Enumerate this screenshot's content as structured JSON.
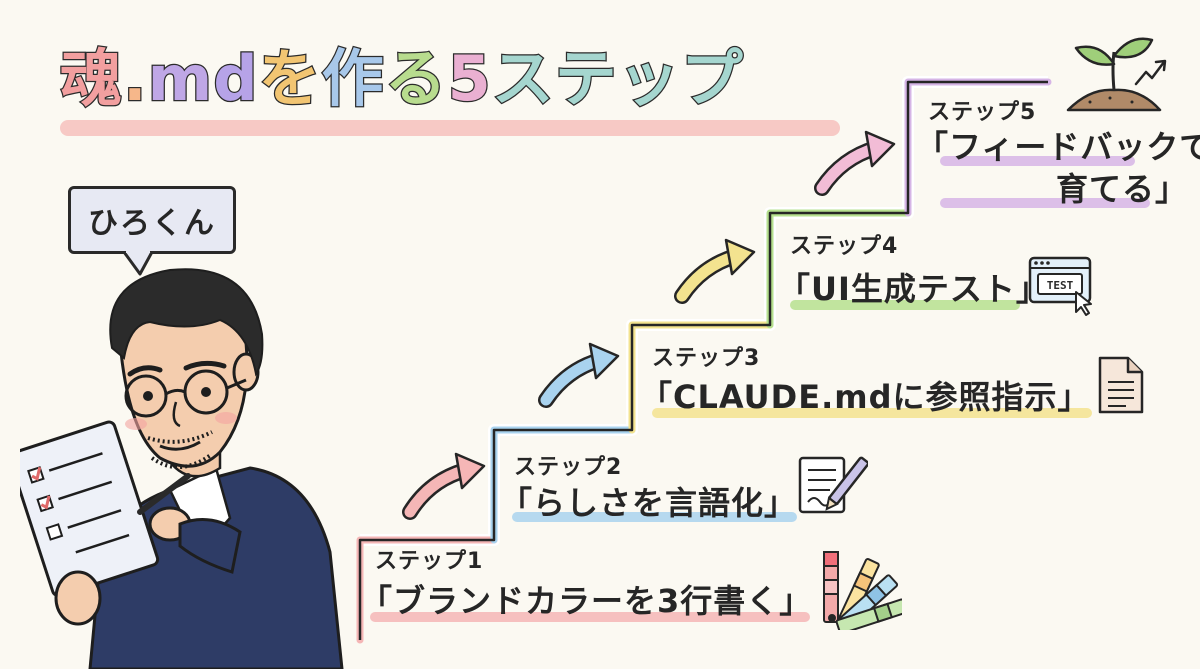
{
  "title": {
    "parts": [
      "魂",
      ".",
      "m",
      "d",
      "を",
      "作",
      "る",
      "5",
      "ステップ"
    ],
    "colors": [
      "#f29f9f",
      "#f6b78a",
      "#bfa7e6",
      "#b6a3e8",
      "#f2c572",
      "#a8c8ea",
      "#b8dc8e",
      "#eab0d2",
      "#a5d6cf"
    ]
  },
  "character": {
    "name": "ひろくん"
  },
  "steps": [
    {
      "caption": "ステップ1",
      "title": "「ブランドカラーを3行書く」",
      "color": "#f5b6b6",
      "icon": "color-swatch-fan-icon"
    },
    {
      "caption": "ステップ2",
      "title": "「らしさを言語化」",
      "color": "#a9d3ef",
      "icon": "notepad-pen-icon"
    },
    {
      "caption": "ステップ3",
      "title": "「CLAUDE.mdに参照指示」",
      "color": "#f3e38f",
      "icon": "document-icon"
    },
    {
      "caption": "ステップ4",
      "title": "「UI生成テスト」",
      "color": "#b6e08f",
      "icon": "test-window-icon",
      "icon_text": "TEST"
    },
    {
      "caption": "ステップ5",
      "title_line1": "「フィードバックで",
      "title_line2": "育てる」",
      "color": "#d6b5e6",
      "icon": "sprout-growth-icon"
    }
  ],
  "arrow_colors": [
    "#f5b6b6",
    "#a9d3ef",
    "#f3e38f",
    "#b6e08f",
    "#f2bcd6"
  ]
}
